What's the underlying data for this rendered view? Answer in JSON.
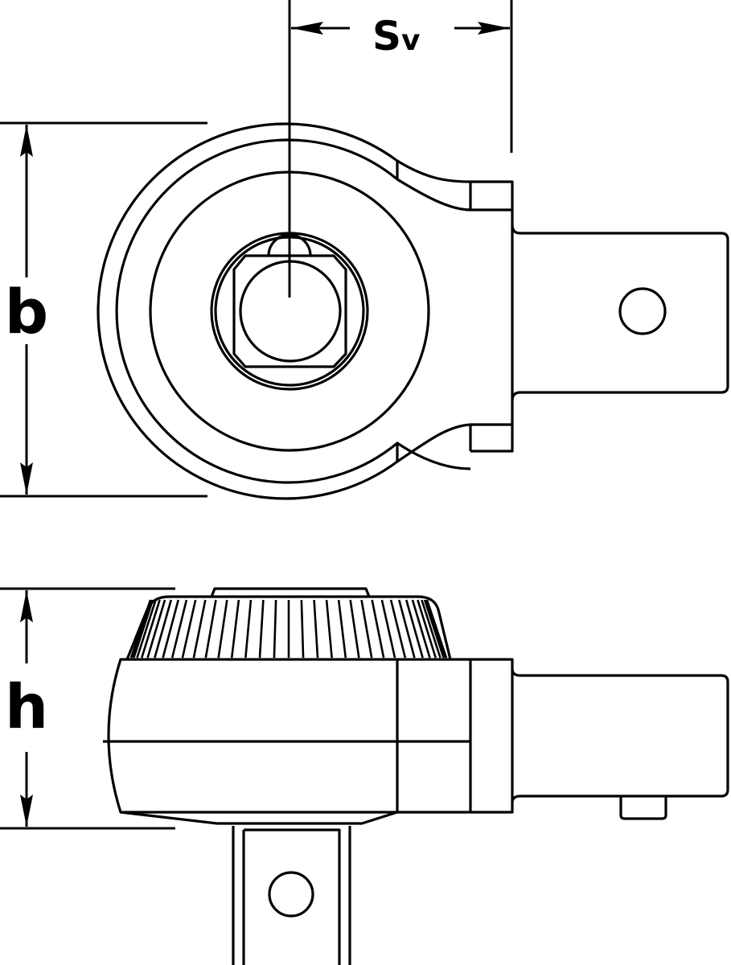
{
  "dimensions": {
    "sv": {
      "main": "S",
      "sub": "v"
    },
    "b": "b",
    "h": "h"
  },
  "views": [
    "top-view",
    "side-view"
  ],
  "colors": {
    "line": "#000000",
    "background": "#ffffff"
  }
}
